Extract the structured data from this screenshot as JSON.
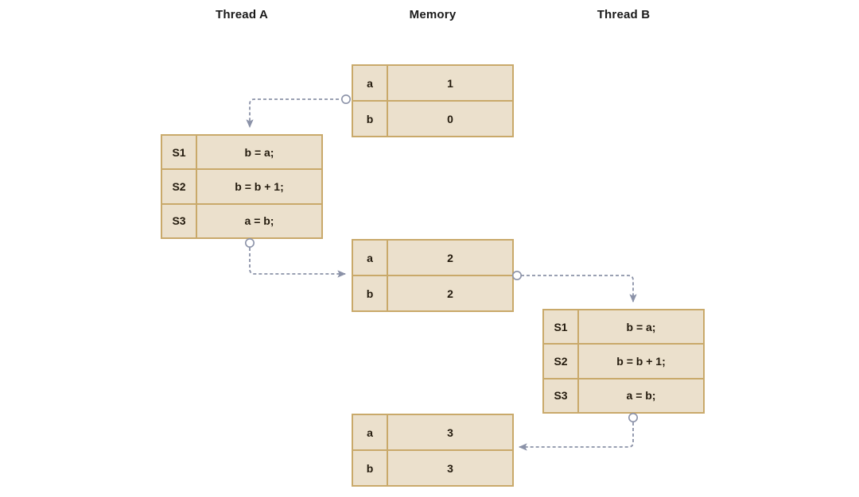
{
  "headings": {
    "thread_a": "Thread A",
    "memory": "Memory",
    "thread_b": "Thread B"
  },
  "memory_states": [
    {
      "id": "mem-1",
      "rows": [
        {
          "key": "a",
          "value": "1"
        },
        {
          "key": "b",
          "value": "0"
        }
      ]
    },
    {
      "id": "mem-2",
      "rows": [
        {
          "key": "a",
          "value": "2"
        },
        {
          "key": "b",
          "value": "2"
        }
      ]
    },
    {
      "id": "mem-3",
      "rows": [
        {
          "key": "a",
          "value": "3"
        },
        {
          "key": "b",
          "value": "3"
        }
      ]
    }
  ],
  "threads": {
    "thread_a": {
      "title": "Thread A",
      "statements": [
        {
          "label": "S1",
          "code": "b = a;"
        },
        {
          "label": "S2",
          "code": "b = b + 1;"
        },
        {
          "label": "S3",
          "code": "a = b;"
        }
      ]
    },
    "thread_b": {
      "title": "Thread B",
      "statements": [
        {
          "label": "S1",
          "code": "b = a;"
        },
        {
          "label": "S2",
          "code": "b = b + 1;"
        },
        {
          "label": "S3",
          "code": "a = b;"
        }
      ]
    }
  },
  "connectors": [
    {
      "name": "mem1-to-thread-a",
      "from": "mem-1-left",
      "to": "thread-a-top",
      "style": "dashed",
      "arrow": "end",
      "source_marker": "circle"
    },
    {
      "name": "thread-a-to-mem2",
      "from": "thread-a-bottom",
      "to": "mem-2-left",
      "style": "dashed",
      "arrow": "end",
      "source_marker": "circle"
    },
    {
      "name": "mem2-to-thread-b",
      "from": "mem-2-right",
      "to": "thread-b-top",
      "style": "dashed",
      "arrow": "end",
      "source_marker": "circle"
    },
    {
      "name": "thread-b-to-mem3",
      "from": "thread-b-bottom",
      "to": "mem-3-right",
      "style": "dashed",
      "arrow": "end",
      "source_marker": "circle"
    }
  ],
  "colors": {
    "box_fill": "#ebe0cc",
    "box_border": "#c9a96a",
    "connector": "#8b92a8",
    "text": "#231a0d",
    "heading_text": "#1a1a1a",
    "background": "#ffffff"
  }
}
